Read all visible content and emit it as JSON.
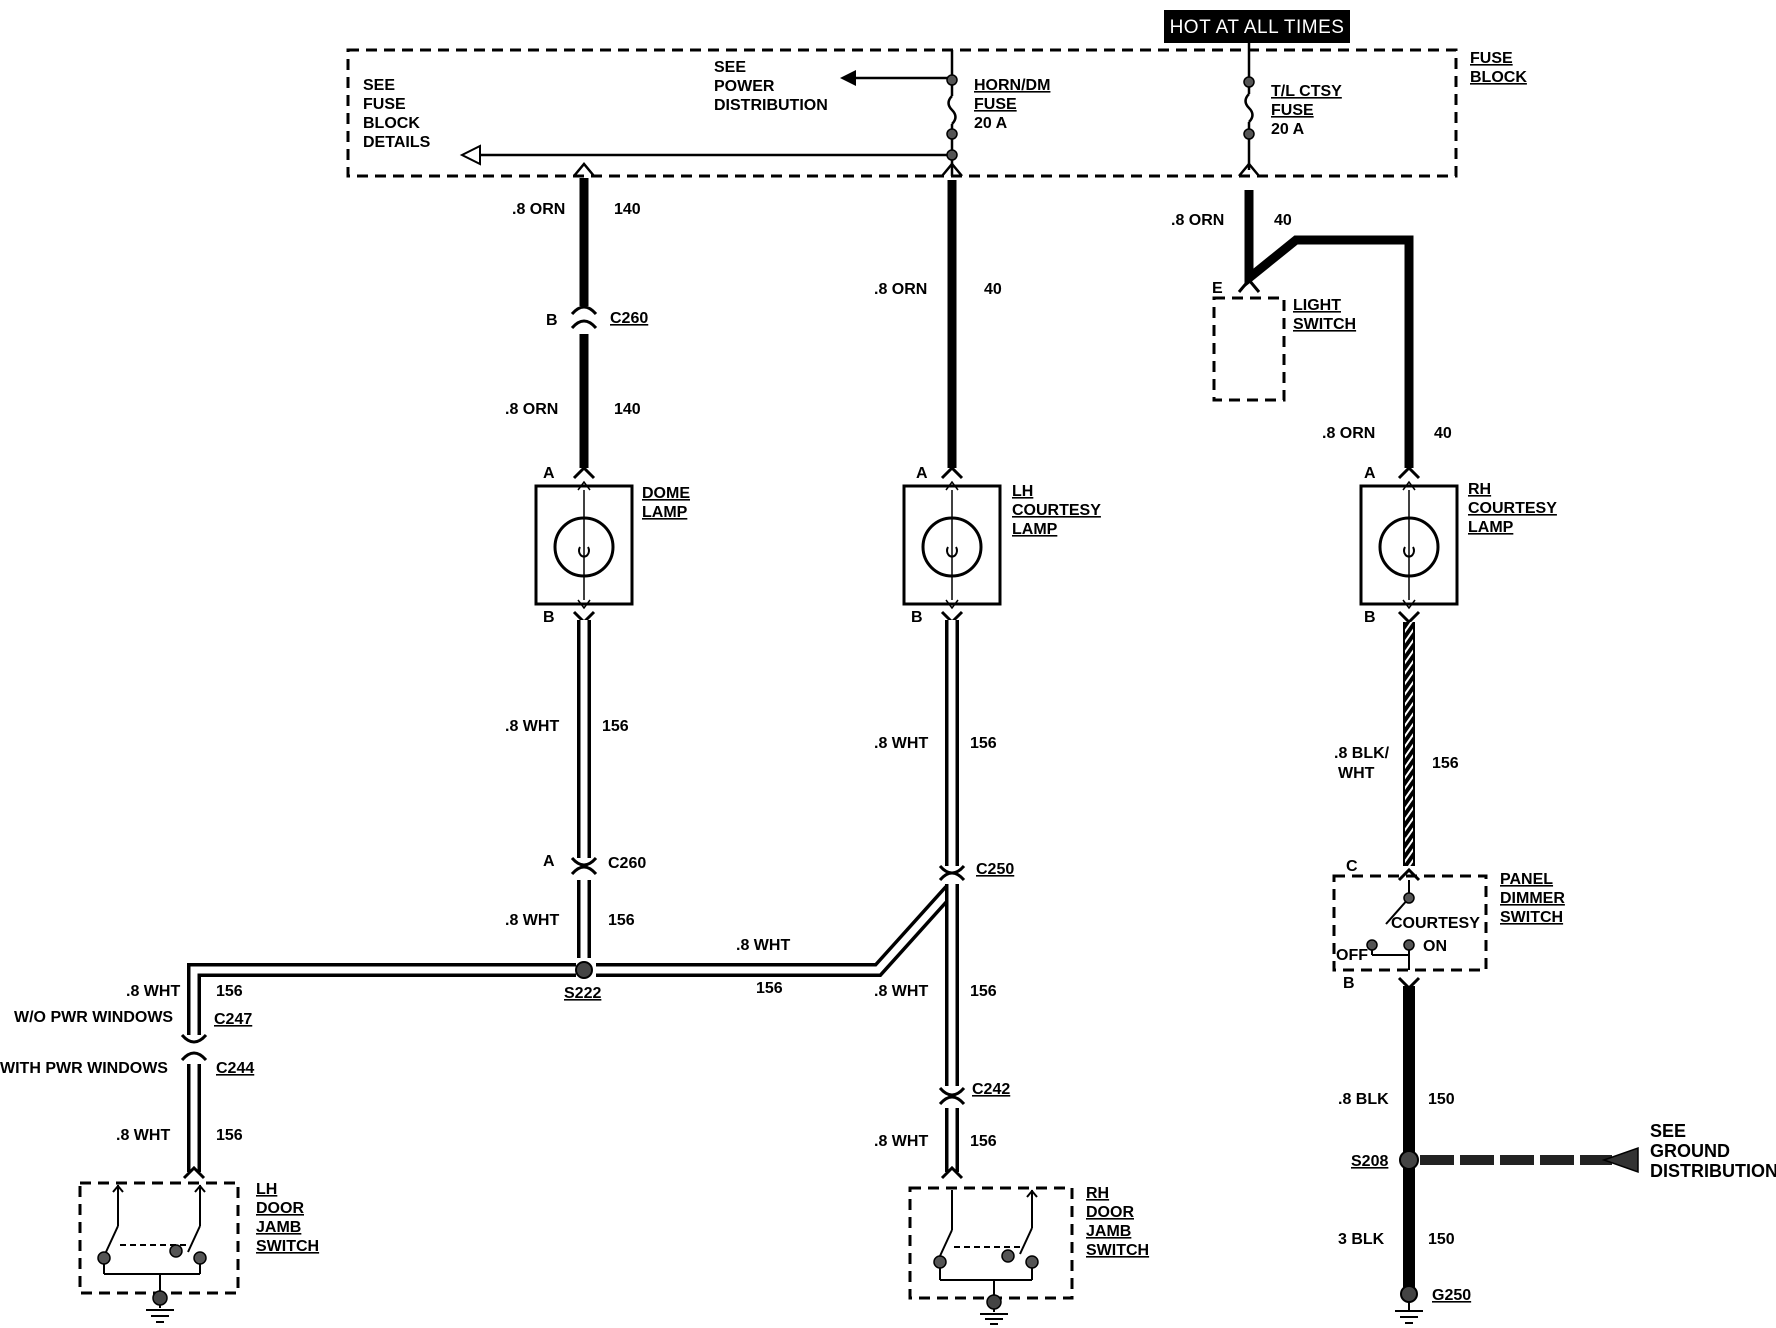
{
  "banner": "HOT AT ALL TIMES",
  "fuse_block": {
    "label": [
      "FUSE",
      "BLOCK"
    ],
    "see_details": [
      "SEE",
      "FUSE",
      "BLOCK",
      "DETAILS"
    ],
    "see_power": [
      "SEE",
      "POWER",
      "DISTRIBUTION"
    ],
    "horn_fuse": [
      "HORN/DM",
      "FUSE",
      "20 A"
    ],
    "tl_fuse": [
      "T/L CTSY",
      "FUSE",
      "20 A"
    ]
  },
  "dome_circuit": {
    "top_wire": {
      "color": ".8 ORN",
      "circuit": "140"
    },
    "connector_pin": "B",
    "connector": "C260",
    "mid_wire": {
      "color": ".8 ORN",
      "circuit": "140"
    },
    "lamp_pin_top": "A",
    "lamp": [
      "DOME",
      "LAMP"
    ],
    "lamp_pin_bottom": "B",
    "low_wire": {
      "color": ".8 WHT",
      "circuit": "156"
    },
    "connector2_pin": "A",
    "connector2": "C260",
    "splice_wire": {
      "color": ".8 WHT",
      "circuit": "156"
    }
  },
  "lh_courtesy": {
    "top_wire": {
      "color": ".8 ORN",
      "circuit": "40"
    },
    "lamp_pin_top": "A",
    "lamp": [
      "LH",
      "COURTESY",
      "LAMP"
    ],
    "lamp_pin_bottom": "B",
    "low_wire": {
      "color": ".8 WHT",
      "circuit": "156"
    },
    "connector": "C250",
    "lower_wire": {
      "color": ".8 WHT",
      "circuit": "156"
    },
    "connector2": "C242",
    "bottom_wire": {
      "color": ".8 WHT",
      "circuit": "156"
    }
  },
  "splice": {
    "id": "S222",
    "right_wire": {
      "color": ".8 WHT",
      "circuit": "156"
    },
    "left_wire": {
      "color": ".8 WHT",
      "circuit": "156"
    }
  },
  "lh_door": {
    "wo_pwr": "W/O PWR WINDOWS",
    "c247": "C247",
    "with_pwr": "WITH PWR WINDOWS",
    "c244": "C244",
    "wire": {
      "color": ".8 WHT",
      "circuit": "156"
    },
    "switch": [
      "LH",
      "DOOR",
      "JAMB",
      "SWITCH"
    ]
  },
  "rh_door": {
    "switch": [
      "RH",
      "DOOR",
      "JAMB",
      "SWITCH"
    ]
  },
  "rh_circuit": {
    "top_wire": {
      "color": ".8 ORN",
      "circuit": "40"
    },
    "light_switch_pin": "E",
    "light_switch": [
      "LIGHT",
      "SWITCH"
    ],
    "mid_wire": {
      "color": ".8 ORN",
      "circuit": "40"
    },
    "lamp_pin_top": "A",
    "lamp": [
      "RH",
      "COURTESY",
      "LAMP"
    ],
    "lamp_pin_bottom": "B",
    "low_wire": {
      "color": [
        ".8 BLK/",
        "WHT"
      ],
      "circuit": "156"
    },
    "dimmer_pin_top": "C",
    "dimmer": [
      "PANEL",
      "DIMMER",
      "SWITCH"
    ],
    "dimmer_courtesy": "COURTESY",
    "dimmer_off": "OFF",
    "dimmer_on": "ON",
    "dimmer_pin_bottom": "B",
    "blk_wire": {
      "color": ".8 BLK",
      "circuit": "150"
    },
    "splice": "S208",
    "ground_ref": [
      "SEE",
      "GROUND",
      "DISTRIBUTION"
    ],
    "ground_wire": {
      "color": "3 BLK",
      "circuit": "150"
    },
    "ground": "G250"
  },
  "colors": {
    "ink": "#000000",
    "paper": "#ffffff"
  }
}
